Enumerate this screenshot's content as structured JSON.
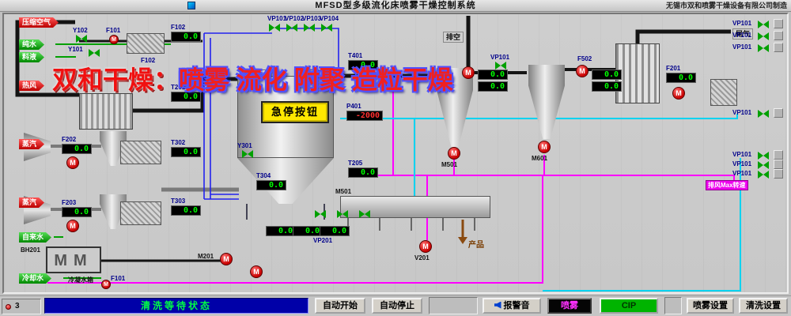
{
  "window": {
    "title": "MFSD型多级流化床喷雾干燥控制系统",
    "manufacturer": "无锡市双和喷雾干燥设备有限公司制造"
  },
  "watermark": {
    "prefix": "双和干燥：",
    "body": "喷雾 流化 附聚 造粒干燥"
  },
  "tags": {
    "compressed_air": "压缩空气",
    "pure_water": "纯水",
    "feed": "料液",
    "hot_air": "热风",
    "steam1": "蒸汽",
    "steam2": "蒸汽",
    "tap_water": "自来水",
    "cooling_water": "冷却水"
  },
  "labels": {
    "vp101": "VP101",
    "vp102": "VP102",
    "vp103": "VP103",
    "vp104": "VP104",
    "vp201": "VP201",
    "y101": "Y101",
    "y102": "Y102",
    "y301": "Y301",
    "f101": "F101",
    "f102": "F102",
    "f201": "F201",
    "f202": "F202",
    "f203": "F203",
    "f502": "F502",
    "t201": "T201",
    "t205": "T205",
    "t302": "T302",
    "t303": "T303",
    "t304": "T304",
    "t401": "T401",
    "p401": "P401",
    "m201": "M201",
    "m501": "M501",
    "m601": "M601",
    "v201": "V201",
    "bh201": "BH201"
  },
  "equipment": {
    "estop": "急停按钮",
    "vent": "排空",
    "exhaust": "尾气",
    "condensate_tank": "冷凝水箱",
    "product": "产品",
    "max_box": "排风Max转速",
    "pump_m": "M"
  },
  "displays": {
    "zero": "0.0",
    "vacuum": "-2000"
  },
  "statusbar": {
    "indicator": "3",
    "status": "清洗等待状态",
    "auto_start": "自动开始",
    "auto_stop": "自动停止",
    "alarm": "报警音",
    "spray": "喷雾",
    "cip": "CIP",
    "spray_set": "喷雾设置",
    "clean_set": "清洗设置"
  }
}
